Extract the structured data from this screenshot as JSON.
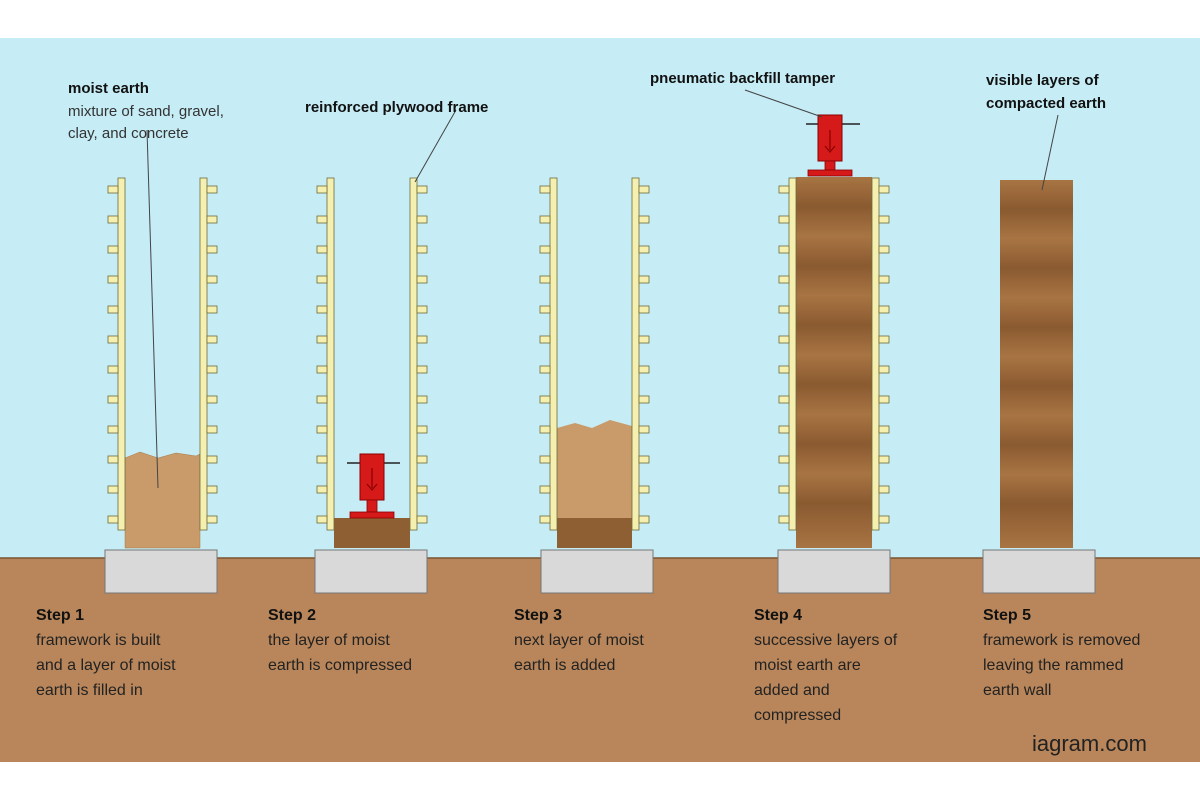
{
  "labels": {
    "moist_earth_title": "moist earth",
    "moist_earth_desc": [
      "mixture of sand, gravel,",
      "clay, and concrete"
    ],
    "frame": "reinforced plywood frame",
    "tamper": "pneumatic backfill tamper",
    "layers": [
      "visible layers of",
      "compacted earth"
    ]
  },
  "steps": [
    {
      "title": "Step 1",
      "lines": [
        "framework is built",
        "and a layer of moist",
        "earth is filled in"
      ]
    },
    {
      "title": "Step 2",
      "lines": [
        "the layer of moist",
        "earth is compressed"
      ]
    },
    {
      "title": "Step 3",
      "lines": [
        "next layer of moist",
        "earth is added"
      ]
    },
    {
      "title": "Step 4",
      "lines": [
        "successive layers of",
        "moist earth are",
        "added and",
        "compressed"
      ]
    },
    {
      "title": "Step 5",
      "lines": [
        "framework is removed",
        "leaving the rammed",
        "earth wall"
      ]
    }
  ],
  "watermark": "iagram.com",
  "colors": {
    "sky": "#c6ecf5",
    "ground": "#b8865a",
    "footing": "#d9d9d9",
    "frame": "#f5efb0",
    "loose_earth": "#c99a6a",
    "compacted_earth": "#8e5f33",
    "tamper": "#d61a1a"
  },
  "icons": [
    "pneumatic-tamper-icon"
  ]
}
